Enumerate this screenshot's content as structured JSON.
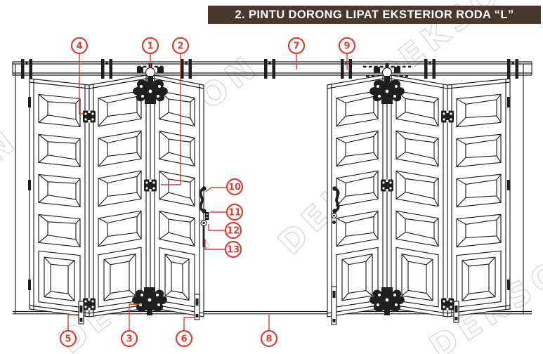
{
  "header": {
    "title": "2. PINTU DORONG LIPAT EKSTERIOR RODA “L”",
    "bg_color": "#49382c",
    "text_color": "#ffffff"
  },
  "diagram": {
    "watermark_text": "DEKSON",
    "callout_color": "#d4403a",
    "line_color": "#1f1f1f",
    "callout_numbers": [
      "1",
      "2",
      "3",
      "4",
      "5",
      "6",
      "7",
      "8",
      "9",
      "10",
      "11",
      "12",
      "13"
    ]
  }
}
